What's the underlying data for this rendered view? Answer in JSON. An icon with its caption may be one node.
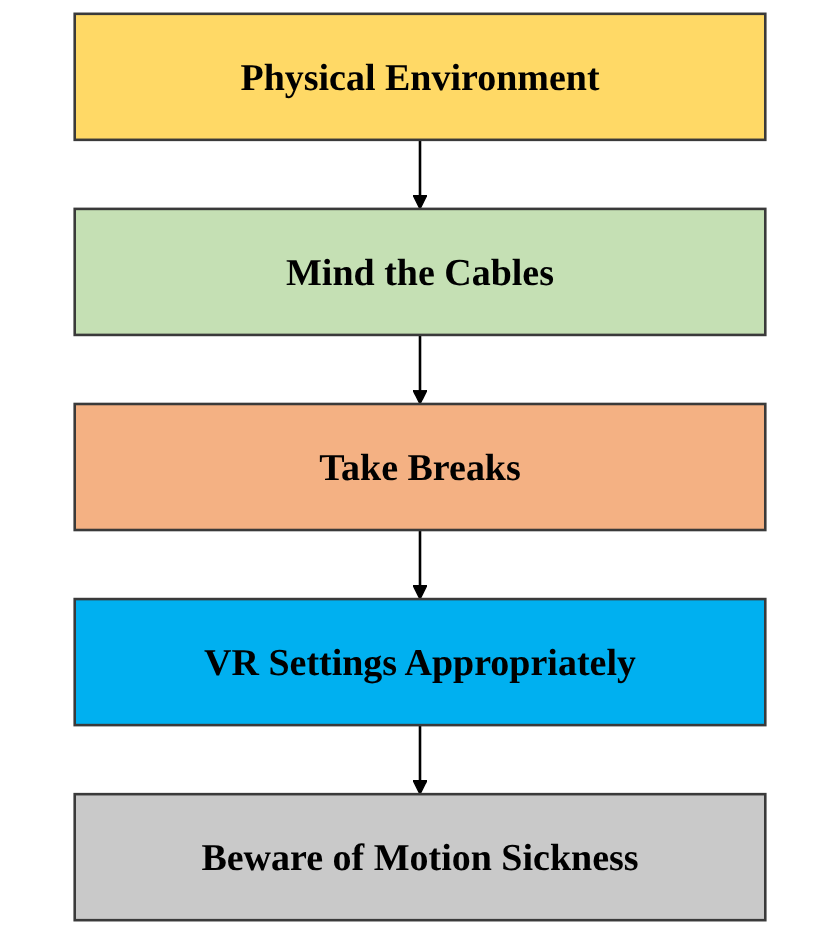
{
  "diagram": {
    "nodes": [
      {
        "text": [
          "Physical Environment"
        ]
      },
      {
        "text": [
          "Mind the Cables"
        ]
      },
      {
        "text": [
          "Take Breaks"
        ]
      },
      {
        "text": [
          "VR Settings Appropriately"
        ]
      },
      {
        "text": [
          "Beware of Motion Sickness"
        ]
      }
    ],
    "edges": [
      {
        "from": 0,
        "to": 1,
        "arrow": "to"
      },
      {
        "from": 1,
        "to": 2,
        "arrow": "to"
      },
      {
        "from": 2,
        "to": 3,
        "arrow": "to"
      },
      {
        "from": 3,
        "to": 4,
        "arrow": "to"
      }
    ]
  }
}
